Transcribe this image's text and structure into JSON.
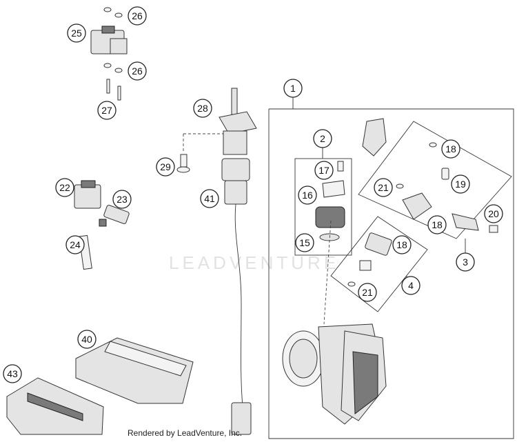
{
  "watermark": "LEADVENTURE",
  "footer": "Rendered by LeadVenture, Inc.",
  "callouts": {
    "c1": "1",
    "c2": "2",
    "c3": "3",
    "c4": "4",
    "c15": "15",
    "c16": "16",
    "c17": "17",
    "c18a": "18",
    "c18b": "18",
    "c18c": "18",
    "c19": "19",
    "c20": "20",
    "c21a": "21",
    "c21b": "21",
    "c22": "22",
    "c23": "23",
    "c24": "24",
    "c25": "25",
    "c26a": "26",
    "c26b": "26",
    "c27": "27",
    "c28": "28",
    "c29": "29",
    "c40": "40",
    "c41": "41",
    "c43": "43"
  }
}
